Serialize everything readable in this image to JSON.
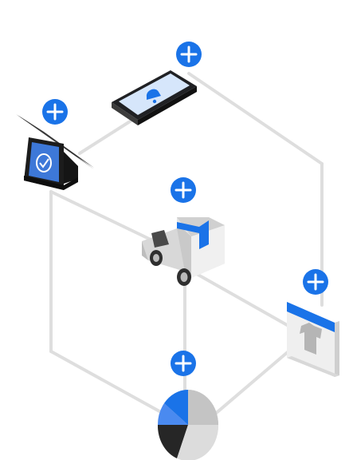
{
  "colors": {
    "accent": "#1a73e8",
    "line": "#dedede",
    "device_dark": "#1e1e1e",
    "box_light": "#e6e6e6"
  },
  "icons": {
    "plus": "plus-icon",
    "bell": "bell-icon",
    "check": "check-icon",
    "shirt": "shirt-icon"
  },
  "nodes": [
    {
      "name": "pos-terminal",
      "icon": "check-icon"
    },
    {
      "name": "smartphone",
      "icon": "bell-icon"
    },
    {
      "name": "delivery-truck",
      "icon": "box-icon"
    },
    {
      "name": "browser-window",
      "icon": "shirt-icon"
    },
    {
      "name": "pie-chart",
      "icon": "pie-chart-icon"
    }
  ]
}
